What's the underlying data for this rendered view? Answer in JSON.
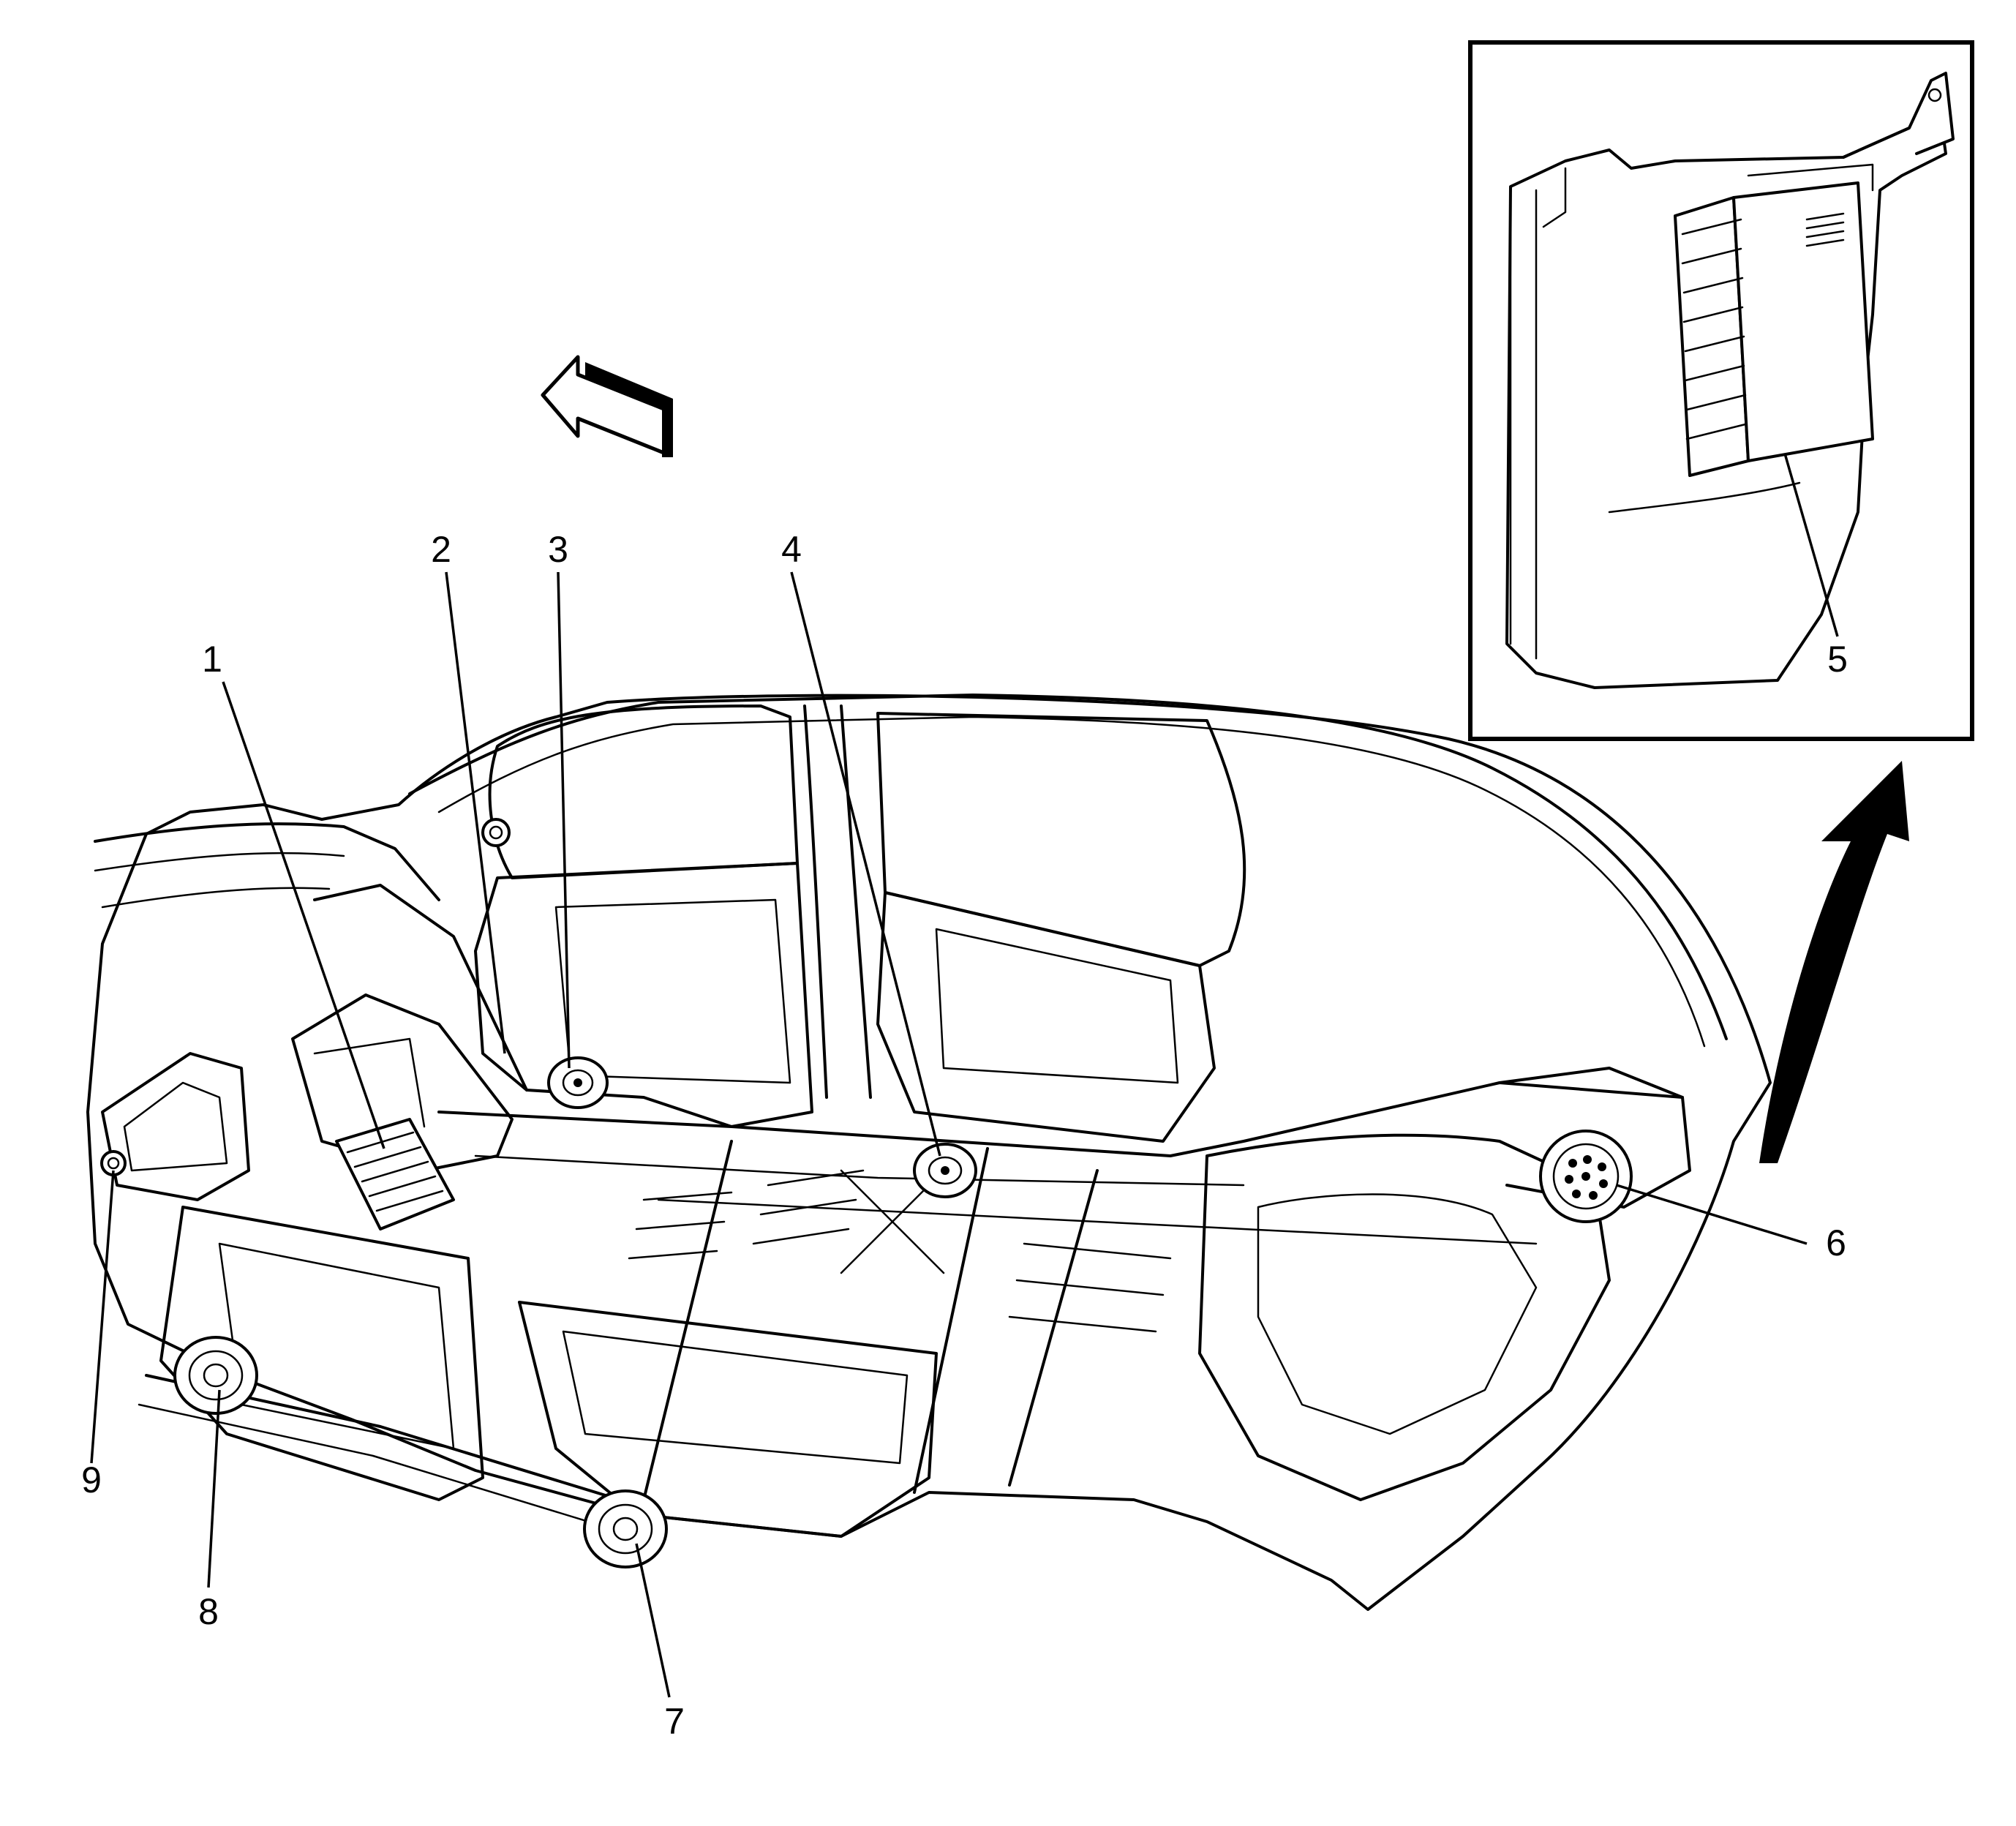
{
  "callouts": [
    {
      "id": "1",
      "label": "1",
      "part": "speaker-console"
    },
    {
      "id": "2",
      "label": "2",
      "part": "speaker-pillar"
    },
    {
      "id": "3",
      "label": "3",
      "part": "speaker-front-left-door"
    },
    {
      "id": "4",
      "label": "4",
      "part": "speaker-front-right-door"
    },
    {
      "id": "5",
      "label": "5",
      "part": "amplifier-module"
    },
    {
      "id": "6",
      "label": "6",
      "part": "speaker-subwoofer"
    },
    {
      "id": "7",
      "label": "7",
      "part": "speaker-rear-right-door"
    },
    {
      "id": "8",
      "label": "8",
      "part": "speaker-rear-left-door"
    },
    {
      "id": "9",
      "label": "9",
      "part": "speaker-instrument-panel"
    }
  ],
  "icons": {
    "front_arrow": "forward-direction-arrow-icon",
    "detail_arrow": "curved-detail-arrow-icon"
  },
  "colors": {
    "line": "#000000",
    "background": "#ffffff"
  }
}
